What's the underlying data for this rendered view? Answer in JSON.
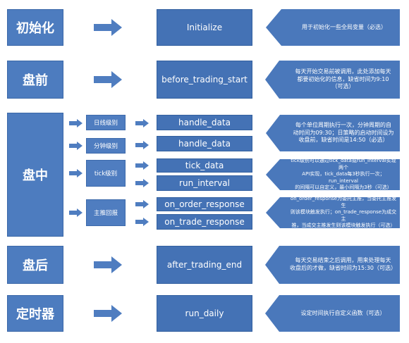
{
  "stages": [
    {
      "id": "init",
      "label": "初始化"
    },
    {
      "id": "pre",
      "label": "盘前"
    },
    {
      "id": "intraday",
      "label": "盘中"
    },
    {
      "id": "post",
      "label": "盘后"
    },
    {
      "id": "timer",
      "label": "定时器"
    }
  ],
  "levels": [
    {
      "id": "daily",
      "label": "日线级别"
    },
    {
      "id": "minute",
      "label": "分钟级别"
    },
    {
      "id": "tick",
      "label": "tick级别"
    },
    {
      "id": "push",
      "label": "主推回报"
    }
  ],
  "functions": [
    {
      "id": "initialize",
      "label": "Initialize"
    },
    {
      "id": "before-trading-start",
      "label": "before_trading_start"
    },
    {
      "id": "handle-data-daily",
      "label": "handle_data"
    },
    {
      "id": "handle-data-minute",
      "label": "handle_data"
    },
    {
      "id": "tick-data",
      "label": "tick_data"
    },
    {
      "id": "run-interval",
      "label": "run_interval"
    },
    {
      "id": "on-order-response",
      "label": "on_order_response"
    },
    {
      "id": "on-trade-response",
      "label": "on_trade_response"
    },
    {
      "id": "after-trading-end",
      "label": "after_trading_end"
    },
    {
      "id": "run-daily",
      "label": "run_daily"
    }
  ],
  "notes": [
    {
      "id": "initialize",
      "lines": [
        "用于初始化一些全局变量（必选）"
      ]
    },
    {
      "id": "before-trading-start",
      "lines": [
        "每天开始交易前被调用，此处添加每天",
        "都要初始化的信息，缺省时间为9:10",
        "（可选）"
      ]
    },
    {
      "id": "handle-data",
      "lines": [
        "每个单位周期执行一次，分钟周期的自",
        "动时间为09:30；日策略的启动时间设为",
        "收盘前，缺省时间是14:50（必选）"
      ]
    },
    {
      "id": "tick-interval",
      "lines": [
        "tick级别可以通过tick_data或run_interval实现两个",
        "API实现，tick_data每3秒执行一次；run_interval",
        "的间隔可以自定义，最小间隔为3秒（可选）"
      ]
    },
    {
      "id": "responses",
      "lines": [
        "on_order_response为委托主推，当委托主推发生",
        "则该模块触发执行；on_trade_response为成交主",
        "推，当成交主推发生则该模块触发执行（可选）"
      ]
    },
    {
      "id": "after-trading-end",
      "lines": [
        "每天交易结束之后调用，用来处理每天",
        "收盘后的才做，缺省时间为15:30（可选）"
      ]
    },
    {
      "id": "run-daily",
      "lines": [
        "设定时间执行自定义函数（可选）"
      ]
    }
  ]
}
